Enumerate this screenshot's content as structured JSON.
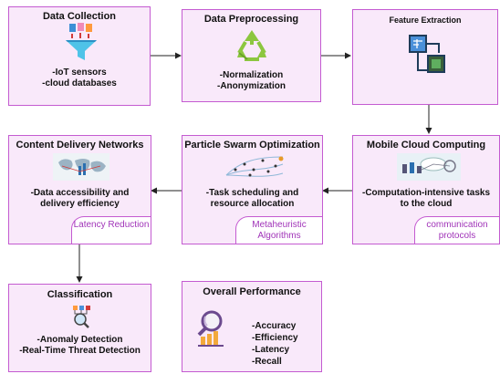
{
  "boxes": {
    "data_collection": {
      "title": "Data Collection",
      "lines": [
        "-IoT sensors",
        "-cloud databases"
      ]
    },
    "data_preprocessing": {
      "title": "Data Preprocessing",
      "lines": [
        "-Normalization",
        "-Anonymization"
      ]
    },
    "feature_extraction": {
      "title": "Feature Extraction"
    },
    "mobile_cloud": {
      "title": "Mobile Cloud Computing",
      "text": "-Computation-intensive tasks to the cloud",
      "tag": "communication protocols"
    },
    "pso": {
      "title": "Particle Swarm Optimization",
      "text": "-Task scheduling and resource allocation",
      "tag": "Metaheuristic Algorithms"
    },
    "cdn": {
      "title": "Content Delivery Networks",
      "text": "-Data accessibility and delivery efficiency",
      "tag": "Latency Reduction"
    },
    "classification": {
      "title": "Classification",
      "lines": [
        "-Anomaly Detection",
        "-Real-Time Threat Detection"
      ]
    },
    "overall": {
      "title": "Overall Performance",
      "metrics": [
        "-Accuracy",
        "-Efficiency",
        "-Latency",
        "-Recall"
      ]
    }
  },
  "icons": {
    "data_collection": "funnel-documents-icon",
    "data_preprocessing": "recycle-icon",
    "feature_extraction": "circuit-chip-icon",
    "mobile_cloud": "cloud-network-icon",
    "pso": "particle-swarm-icon",
    "cdn": "world-map-icon",
    "classification": "classification-search-icon",
    "overall": "magnifier-bar-chart-icon"
  },
  "colors": {
    "box_fill": "#f9e9fa",
    "border": "#c45bd1",
    "tag_text": "#a033b8",
    "recycle": "#8cc63f"
  }
}
